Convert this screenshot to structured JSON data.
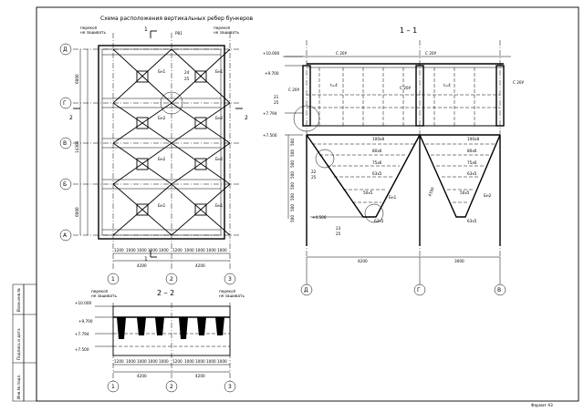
{
  "title_plan": "Схема расположения вертикальных ребер бункеров",
  "section_11": "1 – 1",
  "section_22": "2 – 2",
  "format": "Формат А3",
  "side_stamp": [
    "Инв.№ подл.",
    "Подпись и дата",
    "Взам.инв.№"
  ],
  "plan": {
    "row_axes": [
      "Д",
      "Г",
      "В",
      "Б",
      "А"
    ],
    "col_axes": [
      "1",
      "2",
      "3"
    ],
    "cut_markers": [
      "1",
      "1",
      "2",
      "2"
    ],
    "notes": [
      "перекоп",
      "не зашивать",
      "перекоп",
      "не зашивать"
    ],
    "rib_labels": [
      "Бн1",
      "Бн1",
      "Бн2",
      "Бн2",
      "Бн2",
      "Бн2",
      "Бн1",
      "Бн1"
    ],
    "node_ref_top": "24",
    "node_ref_bot": "25",
    "p_label": "Р81",
    "dims_left": [
      "6000",
      "14300",
      "6000"
    ],
    "dims_bottom": [
      "1200",
      "1000",
      "1000",
      "1000",
      "1000",
      "1200",
      "1000",
      "1000",
      "1000",
      "1000"
    ],
    "dims_bottom_total": [
      "4200",
      "4200"
    ]
  },
  "section11": {
    "levels": [
      "+10.000",
      "+9.700",
      "+7.794",
      "+7.500",
      "+4.500"
    ],
    "channels": [
      "С 20У",
      "С 20У",
      "С 20У",
      "С 20У",
      "С 20У"
    ],
    "plates": [
      "t=4",
      "t=4"
    ],
    "angles": [
      "100х8",
      "80х6",
      "75х6",
      "63х5",
      "50х5",
      "63х5",
      "100х8",
      "80х6",
      "75х6",
      "63х5",
      "50х5",
      "63х5"
    ],
    "ribs": [
      "Бн1",
      "Бн2"
    ],
    "node_refs": [
      "21",
      "25",
      "22",
      "25",
      "23",
      "25"
    ],
    "span_dims": [
      "4200",
      "3000"
    ],
    "axes": [
      "Д",
      "Г",
      "В"
    ],
    "left_dims": [
      "500",
      "500",
      "500",
      "500",
      "500",
      "500",
      "500",
      "500"
    ],
    "slope_dim": "4390"
  },
  "section22": {
    "levels": [
      "+10.000",
      "+9.700",
      "+7.794",
      "+7.500"
    ],
    "notes": [
      "перекоп",
      "не зашивать",
      "перекоп",
      "не зашивать"
    ],
    "axes": [
      "1",
      "2",
      "3"
    ],
    "dims": [
      "1200",
      "1000",
      "1000",
      "1000",
      "1000",
      "1200",
      "1000",
      "1000",
      "1000",
      "1000"
    ],
    "totals": [
      "4200",
      "4200"
    ]
  }
}
